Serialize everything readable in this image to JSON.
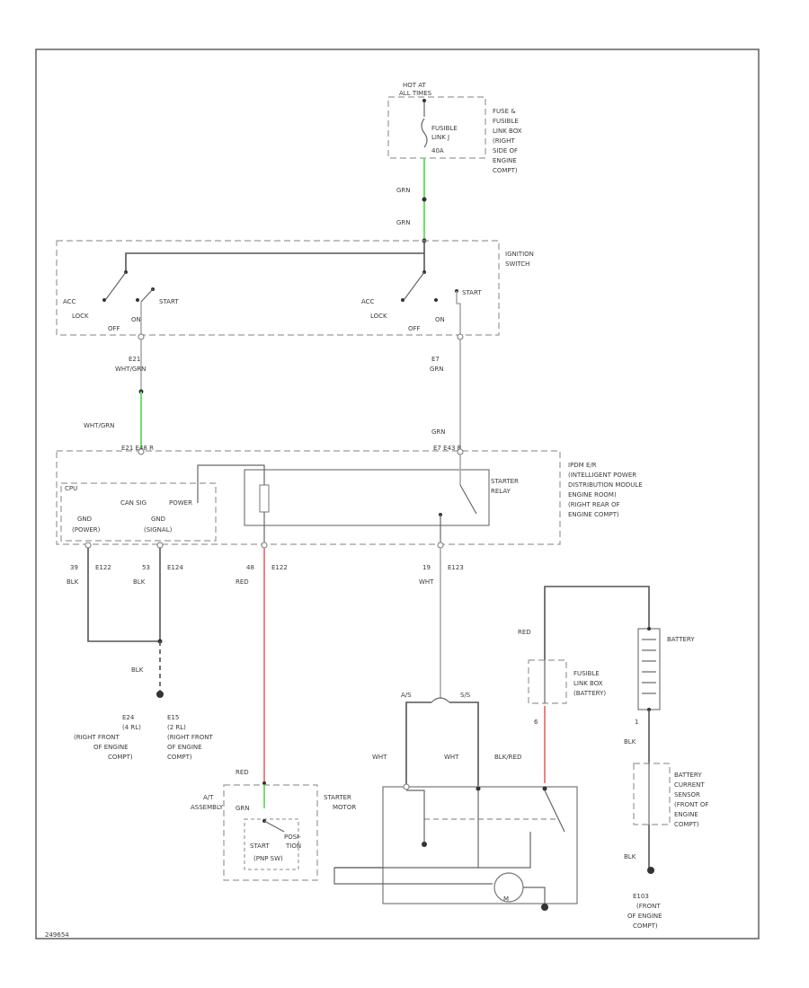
{
  "colors": {
    "grn": "#6fe06f",
    "red": "#f08080",
    "wire_dark": "#555555",
    "wire_light": "#aaaaaa",
    "box": "#9a9a9a"
  },
  "power_source": {
    "hot_label": [
      "HOT AT",
      "ALL TIMES"
    ],
    "component": [
      "FUSIBLE",
      "LINK J"
    ],
    "pin": "40A",
    "location": [
      "FUSE &",
      "FUSIBLE",
      "LINK BOX",
      "(RIGHT",
      "SIDE OF",
      "ENGINE",
      "COMPT)"
    ]
  },
  "ignition_switch": {
    "name": [
      "IGNITION",
      "SWITCH"
    ],
    "left": {
      "acc": "ACC",
      "lock": "LOCK",
      "off": "OFF",
      "on": "ON",
      "start": "START"
    },
    "right": {
      "acc": "ACC",
      "lock": "LOCK",
      "off": "OFF",
      "on": "ON",
      "start": "START"
    }
  },
  "wires": {
    "grn_top": "GRN",
    "grn_mid": "GRN",
    "left_pin": "E21",
    "left_color": "WHT/GRN",
    "left_color_lower": "WHT/GRN",
    "right_pin": "E7",
    "right_color": "GRN",
    "right_color_lower": "GRN",
    "gnd1_pin": "39",
    "gnd1_conn": "E122",
    "gnd1_color": "BLK",
    "gnd2_pin": "53",
    "gnd2_conn": "E124",
    "gnd2_color": "BLK",
    "gnd_color_lower": "BLK",
    "red_pin": "48",
    "red_conn": "E122",
    "red_color": "RED",
    "red_color_lower": "RED",
    "wht_pin": "19",
    "wht_conn": "E123",
    "wht_color": "WHT",
    "wht_a": "WHT",
    "wht_b": "WHT",
    "blk_red": "BLK/RED",
    "red_batt": "RED",
    "fl_pin": "6",
    "batt_pin": "1",
    "batt_blk": "BLK",
    "sensor_blk": "BLK"
  },
  "ipdm": {
    "name": [
      "IPDM E/R",
      "(INTELLIGENT POWER",
      "DISTRIBUTION MODULE",
      "ENGINE ROOM)",
      "(RIGHT REAR OF",
      "ENGINE COMPT)"
    ],
    "left_pin_label": "E21 E48 R",
    "right_pin_label": "E7 E43 R",
    "cpu": "CPU",
    "sig": "CAN SIG",
    "power": "POWER",
    "gnd1": "GND",
    "gnd1_sub": "(POWER)",
    "gnd2": "GND",
    "gnd2_sub": "(SIGNAL)",
    "relay": [
      "STARTER",
      "RELAY"
    ]
  },
  "grounds": {
    "left": [
      "E24",
      "(4 RL)",
      "(RIGHT FRONT",
      "OF ENGINE",
      "COMPT)"
    ],
    "right": [
      "E15",
      "(2 RL)",
      "(RIGHT FRONT",
      "OF ENGINE",
      "COMPT)"
    ],
    "battery_ground": [
      "E103",
      "(FRONT",
      "OF ENGINE",
      "COMPT)"
    ]
  },
  "at_assembly": {
    "name": [
      "A/T",
      "ASSEMBLY"
    ],
    "pin": "GRN",
    "switch": [
      "START",
      "POSI-",
      "TION",
      "(PNP SW)"
    ]
  },
  "starter": {
    "name": [
      "STARTER",
      "MOTOR"
    ],
    "a_label": "A/S",
    "b_label": "S/S",
    "motor": "M"
  },
  "fusible_battery": {
    "name": [
      "FUSIBLE",
      "LINK BOX",
      "(BATTERY)"
    ]
  },
  "battery": {
    "name": "BATTERY"
  },
  "sensor": {
    "name": [
      "BATTERY",
      "CURRENT",
      "SENSOR",
      "(FRONT OF",
      "ENGINE",
      "COMPT)"
    ]
  },
  "figure_id": "249654"
}
